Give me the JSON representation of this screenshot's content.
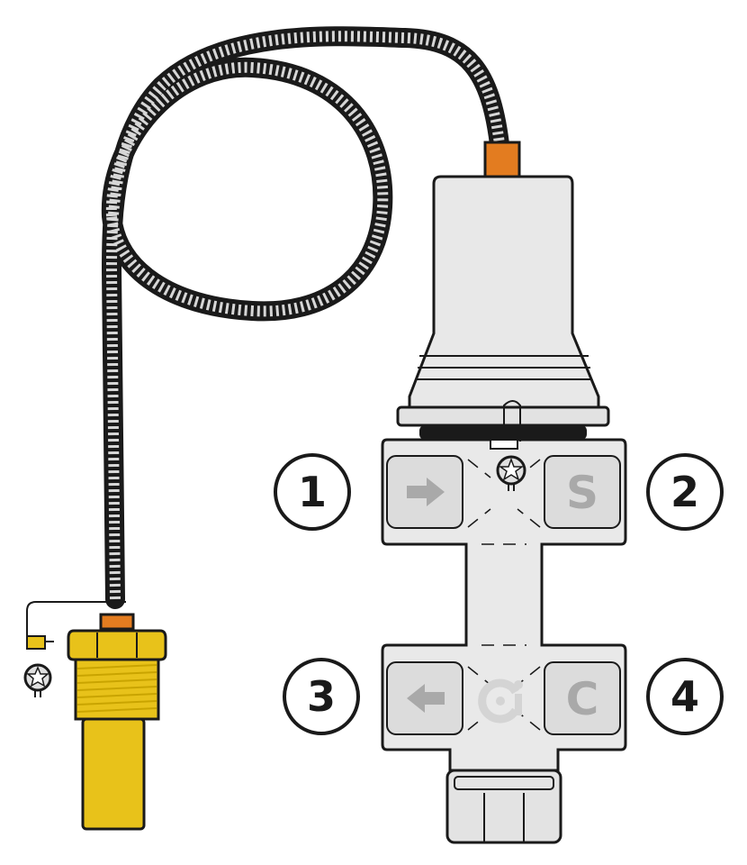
{
  "colors": {
    "outline": "#1a1a1a",
    "valve_body": "#e6e6e6",
    "valve_body_light": "#efefef",
    "port_face": "#dcdcdc",
    "port_symbol": "#a9a9a9",
    "sensor_brass": "#e8c21a",
    "sensor_brass_dark": "#c9a400",
    "orange_collar": "#e37c20",
    "capillary_dark": "#3a3a3a",
    "capillary_light": "#d6d6d6"
  },
  "icons": {
    "port_1": "arrow-right-icon",
    "port_2": "letter-s-icon",
    "port_3": "arrow-left-icon",
    "port_4": "letter-c-icon",
    "center_logo": "brand-logo-icon",
    "seal": "lead-seal-icon"
  },
  "callouts": [
    {
      "label": "1"
    },
    {
      "label": "2"
    },
    {
      "label": "3"
    },
    {
      "label": "4"
    }
  ],
  "ports": {
    "port_2_letter": "S",
    "port_4_letter": "C"
  }
}
